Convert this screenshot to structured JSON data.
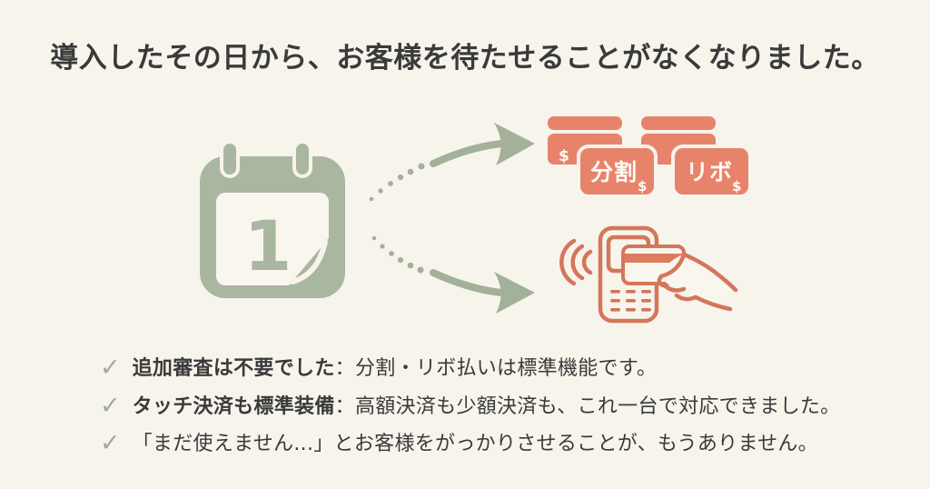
{
  "colors": {
    "background": "#F7F4EC",
    "text": "#3A3A3A",
    "green": "#A9B6A0",
    "green_check": "#9BAC93",
    "salmon_fill": "#E8836B",
    "salmon_outline": "#D4765A",
    "card_text_white": "#FDFBF4"
  },
  "title": {
    "text": "導入したその日から、お客様を待たせることがなくなりました。"
  },
  "illustration": {
    "calendar": {
      "day": "1"
    },
    "cards": {
      "back_symbol": "$",
      "front": [
        {
          "label": "分割",
          "symbol": "$"
        },
        {
          "label": "リボ",
          "symbol": "$"
        }
      ]
    }
  },
  "checklist": {
    "check_glyph": "✓",
    "items": [
      {
        "lead": "追加審査は不要でした",
        "rest": "：分割・リボ払いは標準機能です。"
      },
      {
        "lead": "タッチ決済も標準装備",
        "rest": "：高額決済も少額決済も、これ一台で対応できました。"
      },
      {
        "lead": "",
        "rest": "「まだ使えません...」とお客様をがっかりさせることが、もうありません。"
      }
    ]
  }
}
